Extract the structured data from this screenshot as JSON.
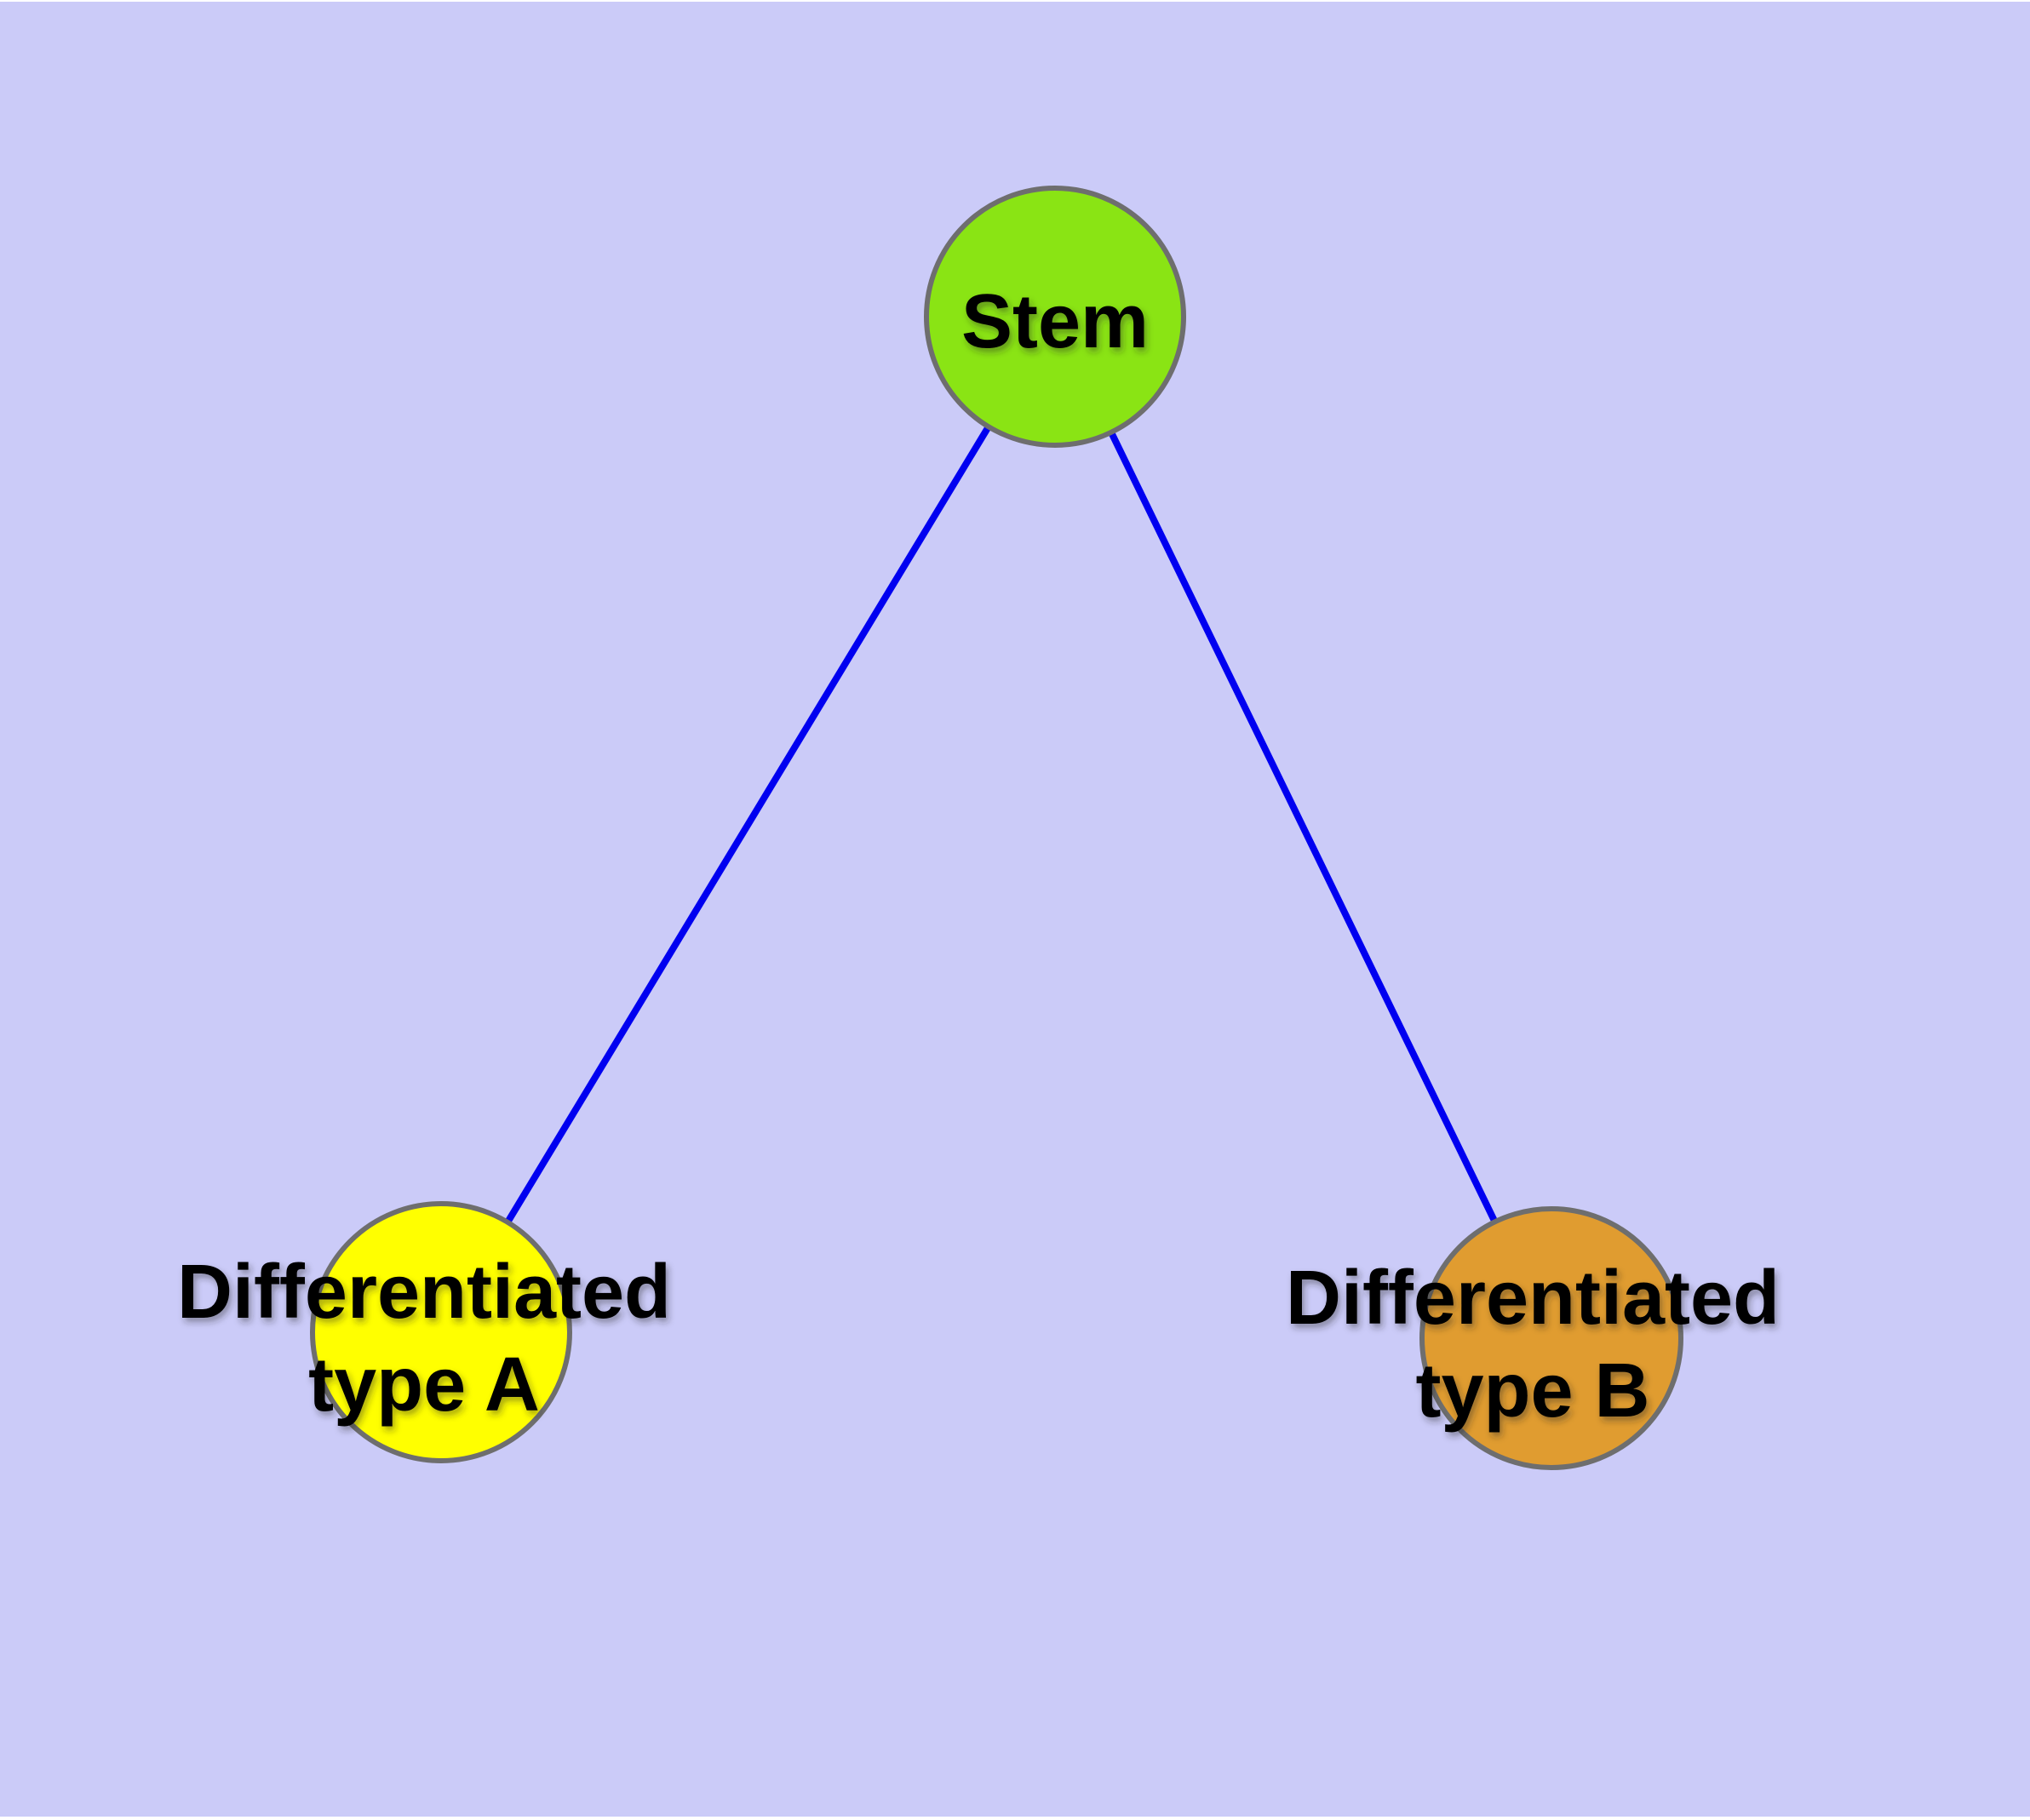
{
  "diagram": {
    "type": "node-link-graph",
    "page_background": "#ffffff",
    "background_color": "#cbcbf8",
    "edge_color": "#0000f0",
    "node_border_color": "#6e6e6e",
    "text_color": "#000000",
    "nodes": {
      "stem": {
        "label": "Stem",
        "fill": "#8ae414"
      },
      "type_a": {
        "label_line1": "Differentiated",
        "label_line2": "type A",
        "fill": "#ffff00"
      },
      "type_b": {
        "label_line1": "Differentiated",
        "label_line2": "type B",
        "fill": "#e09c30"
      }
    },
    "edges": [
      {
        "from": "Stem",
        "to": "Differentiated type A"
      },
      {
        "from": "Stem",
        "to": "Differentiated type B"
      }
    ]
  }
}
